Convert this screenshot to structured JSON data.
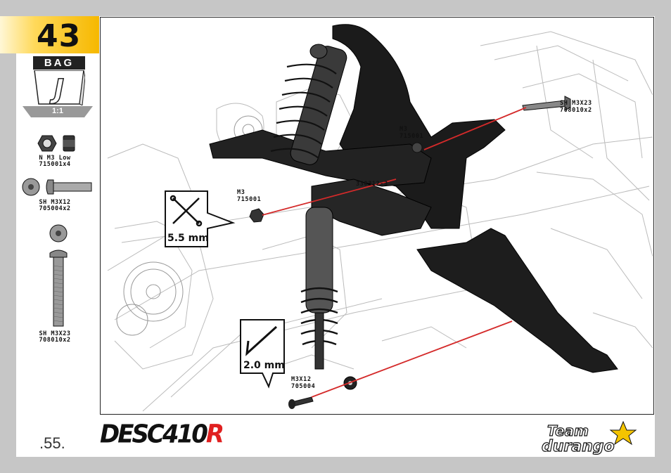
{
  "step": {
    "number": "43"
  },
  "bag": {
    "header": "BAG",
    "letter": "J",
    "scale": "1:1"
  },
  "parts": [
    {
      "name": "N M3 Low",
      "code": "715001x4"
    },
    {
      "name": "SH M3X12",
      "code": "705004x2"
    },
    {
      "name": "SH M3X23",
      "code": "708010x2"
    }
  ],
  "callouts": {
    "sh_m3x23": {
      "name": "SH M3X23",
      "code": "708010x2"
    },
    "m3_upper": {
      "name": "M3",
      "code": "715001"
    },
    "part_330312": "330312-3",
    "m3_lower": {
      "name": "M3",
      "code": "715001"
    },
    "m3x12": {
      "name": "M3X12",
      "code": "705004"
    }
  },
  "tools": {
    "cross_wrench": "5.5 mm",
    "hex_key": "2.0 mm"
  },
  "footer": {
    "page_number": ".55.",
    "brand_main": "DESC410",
    "brand_suffix": "R",
    "logo_alt": "Team Durango"
  },
  "colors": {
    "badge": "#f6b800",
    "accent_line": "#d42a2a",
    "frame": "#222222",
    "background": "#c6c6c6"
  }
}
